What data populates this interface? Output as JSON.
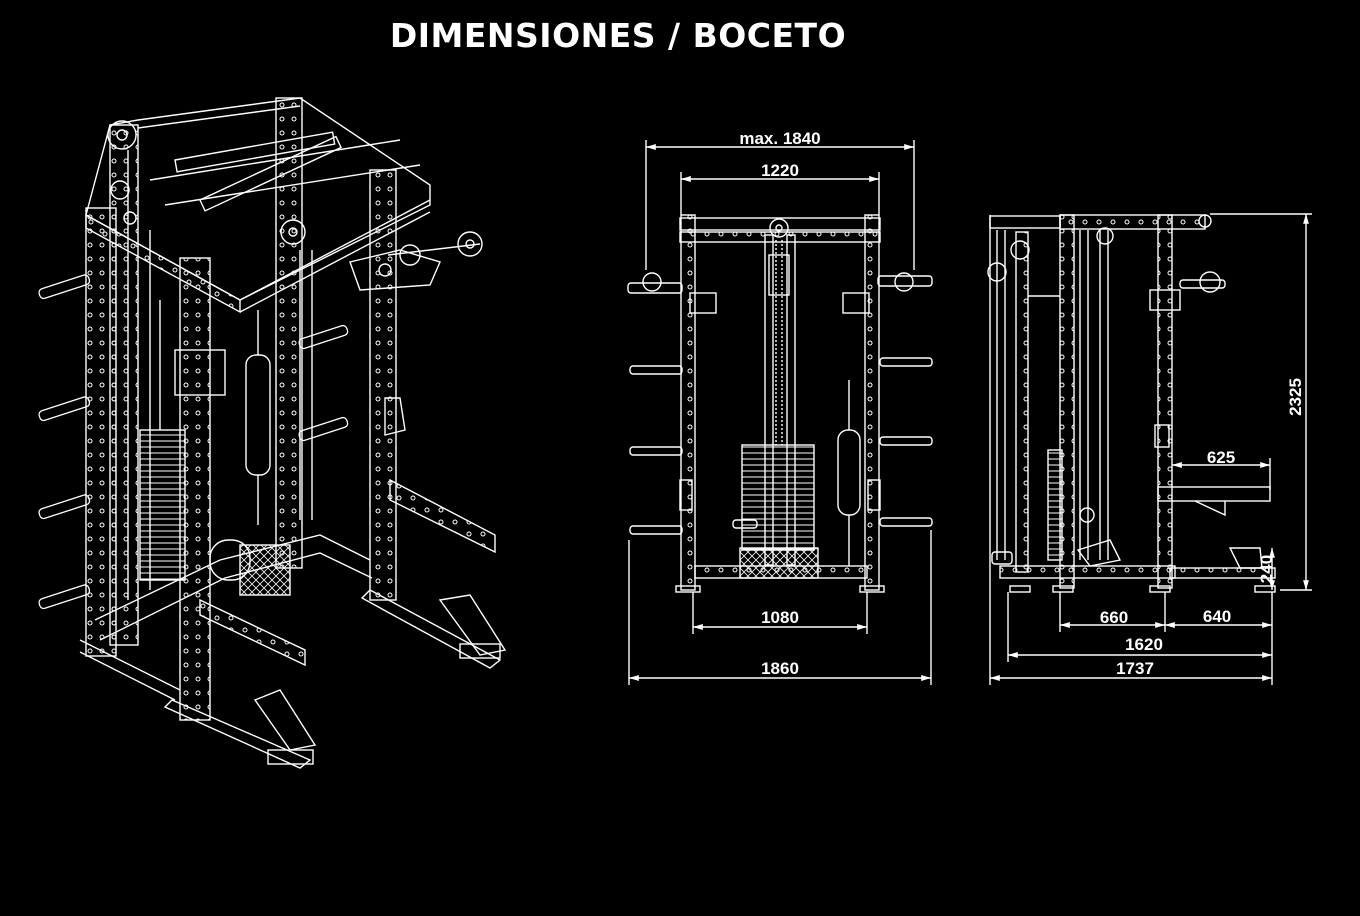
{
  "title": "DIMENSIONES / BOCETO",
  "colors": {
    "background": "#000000",
    "lines": "#ffffff"
  },
  "front_view": {
    "max_width": "max. 1840",
    "top_width": "1220",
    "base_inner": "1080",
    "total_width": "1860"
  },
  "side_view": {
    "height": "2325",
    "arm_length": "625",
    "foot_height": "240",
    "inner_depth": "660",
    "outer_depth": "640",
    "depth": "1620",
    "total_depth": "1737"
  }
}
